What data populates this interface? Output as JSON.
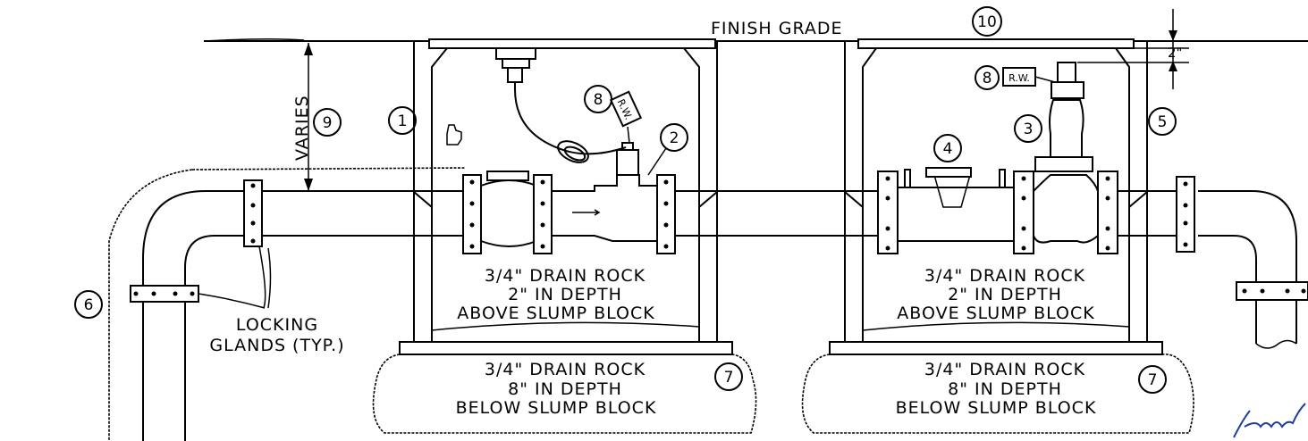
{
  "labels": {
    "finish_grade": "FINISH GRADE",
    "varies": "VARIES",
    "locking_glands_1": "LOCKING",
    "locking_glands_2": "GLANDS (TYP.)",
    "dimension": "2\"",
    "rw": "R.W."
  },
  "left_vault": {
    "above_1": "3/4\" DRAIN ROCK",
    "above_2": "2\" IN DEPTH",
    "above_3": "ABOVE SLUMP BLOCK",
    "below_1": "3/4\" DRAIN ROCK",
    "below_2": "8\" IN DEPTH",
    "below_3": "BELOW SLUMP BLOCK"
  },
  "right_vault": {
    "above_1": "3/4\" DRAIN ROCK",
    "above_2": "2\" IN DEPTH",
    "above_3": "ABOVE SLUMP BLOCK",
    "below_1": "3/4\" DRAIN ROCK",
    "below_2": "8\" IN DEPTH",
    "below_3": "BELOW SLUMP BLOCK"
  },
  "callouts": {
    "c1": "1",
    "c2": "2",
    "c3": "3",
    "c4": "4",
    "c5": "5",
    "c6": "6",
    "c7a": "7",
    "c7b": "7",
    "c8a": "8",
    "c8b": "8",
    "c9": "9",
    "c10": "10"
  },
  "colors": {
    "line": "#000000",
    "signature": "#1f3f9f"
  },
  "signature_text": "Ximmel"
}
